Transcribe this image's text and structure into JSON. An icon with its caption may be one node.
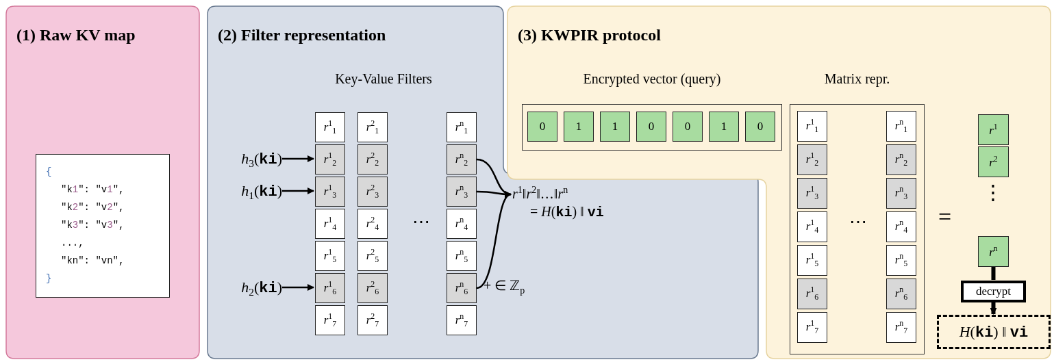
{
  "diagram": {
    "nodes": [
      {
        "text": [
          "(1) Raw KV map"
        ]
      },
      {
        "text": [
          "{",
          "\"k1\": \"v1\",",
          "\"k2\": \"v2\",",
          "\"k3\": \"v3\",",
          "...,",
          "\"kn\": \"vn\",",
          "}"
        ],
        "in": 0
      },
      {
        "text": [
          "(2) Filter representation"
        ]
      },
      {
        "text": [
          "*h*$_{3}$(**ki**)"
        ],
        "in": 2
      },
      {
        "text": [
          "*h*$_{1}$(**ki**)"
        ],
        "in": 2
      },
      {
        "text": [
          "*h*$_{2}$(**ki**)"
        ],
        "in": 2
      },
      {
        "text": [
          "*r*$^{1}$$_{1}$"
        ],
        "in": 2
      },
      {
        "text": [
          "*r*$^{2}$$_{1}$"
        ],
        "in": 2
      },
      {
        "text": [
          "*r*$^{n}$$_{1}$"
        ],
        "in": 2
      },
      {
        "text": [
          "*r*$^{1}$$_{2}$"
        ],
        "in": 2
      },
      {
        "text": [
          "*r*$^{2}$$_{2}$"
        ],
        "in": 2
      },
      {
        "text": [
          "*r*$^{n}$$_{2}$"
        ],
        "in": 2
      },
      {
        "text": [
          "*r*$^{1}$$_{3}$"
        ],
        "in": 2
      },
      {
        "text": [
          "*r*$^{2}$$_{3}$"
        ],
        "in": 2
      },
      {
        "text": [
          "*r*$^{n}$$_{3}$"
        ],
        "in": 2
      },
      {
        "text": [
          "*r*$^{1}$$_{4}$"
        ],
        "in": 2
      },
      {
        "text": [
          "*r*$^{2}$$_{4}$"
        ],
        "in": 2
      },
      {
        "text": [
          "*r*$^{n}$$_{4}$"
        ],
        "in": 2
      },
      {
        "text": [
          "*r*$^{1}$$_{5}$"
        ],
        "in": 2
      },
      {
        "text": [
          "*r*$^{2}$$_{5}$"
        ],
        "in": 2
      },
      {
        "text": [
          "*r*$^{n}$$_{5}$"
        ],
        "in": 2
      },
      {
        "text": [
          "*r*$^{1}$$_{6}$"
        ],
        "in": 2
      },
      {
        "text": [
          "*r*$^{2}$$_{6}$"
        ],
        "in": 2
      },
      {
        "text": [
          "*r*$^{n}$$_{6}$"
        ],
        "in": 2
      },
      {
        "text": [
          "*r*$^{1}$$_{7}$"
        ],
        "in": 2
      },
      {
        "text": [
          "*r*$^{2}$$_{7}$"
        ],
        "in": 2
      },
      {
        "text": [
          "*r*$^{n}$$_{7}$"
        ],
        "in": 2
      },
      {
        "text": [
          "*r*$^{1}$‖*r*$^{2}$‖…‖*r*$^{n}$",
          "= *H*(**ki**) ‖ **vi**"
        ],
        "in": 2
      },
      {
        "text": [
          "(3) KWPIR protocol"
        ]
      },
      {
        "text": [
          "Encrypted vector (query)"
        ],
        "in": 28
      },
      {
        "text": [
          "0"
        ],
        "in": 29
      },
      {
        "text": [
          "1"
        ],
        "in": 29
      },
      {
        "text": [
          "1"
        ],
        "in": 29
      },
      {
        "text": [
          "0"
        ],
        "in": 29
      },
      {
        "text": [
          "0"
        ],
        "in": 29
      },
      {
        "text": [
          "1"
        ],
        "in": 29
      },
      {
        "text": [
          "0"
        ],
        "in": 29
      },
      {
        "text": [
          "Matrix repr."
        ],
        "in": 28
      },
      {
        "text": [
          "*r*$^{1}$$_{1}$"
        ],
        "in": 37
      },
      {
        "text": [
          "*r*$^{n}$$_{1}$"
        ],
        "in": 37
      },
      {
        "text": [
          "*r*$^{1}$$_{2}$"
        ],
        "in": 37
      },
      {
        "text": [
          "*r*$^{n}$$_{2}$"
        ],
        "in": 37
      },
      {
        "text": [
          "*r*$^{1}$$_{3}$"
        ],
        "in": 37
      },
      {
        "text": [
          "*r*$^{n}$$_{3}$"
        ],
        "in": 37
      },
      {
        "text": [
          "*r*$^{1}$$_{4}$"
        ],
        "in": 37
      },
      {
        "text": [
          "*r*$^{n}$$_{4}$"
        ],
        "in": 37
      },
      {
        "text": [
          "*r*$^{1}$$_{5}$"
        ],
        "in": 37
      },
      {
        "text": [
          "*r*$^{n}$$_{5}$"
        ],
        "in": 37
      },
      {
        "text": [
          "*r*$^{1}$$_{6}$"
        ],
        "in": 37
      },
      {
        "text": [
          "*r*$^{n}$$_{6}$"
        ],
        "in": 37
      },
      {
        "text": [
          "*r*$^{1}$$_{7}$"
        ],
        "in": 37
      },
      {
        "text": [
          "*r*$^{n}$$_{7}$"
        ],
        "in": 37
      },
      {
        "text": [
          "*r*$^{1}$"
        ],
        "in": 28
      },
      {
        "text": [
          "*r*$^{2}$"
        ],
        "in": 28
      },
      {
        "text": [
          "*r*$^{n}$"
        ],
        "in": 28
      },
      {
        "text": [
          "decrypt"
        ],
        "in": 28
      },
      {
        "text": [
          "*H*(**ki**) ‖ **vi**"
        ],
        "in": 28
      }
    ],
    "edges": [
      {
        "from": 3,
        "to": 9,
        "arrow": "to"
      },
      {
        "from": 4,
        "to": 12,
        "arrow": "to"
      },
      {
        "from": 5,
        "to": 21,
        "arrow": "to"
      },
      {
        "from": 11,
        "to": 27,
        "arrow": "to"
      },
      {
        "from": 14,
        "to": 27,
        "arrow": "to"
      },
      {
        "from": 23,
        "to": 27,
        "arrow": "to",
        "label": "+ ∈ ℤ$_{p}$"
      },
      {
        "from": 54,
        "to": 55,
        "arrow": "none",
        "style": "thick"
      },
      {
        "from": 55,
        "to": 56,
        "arrow": "to",
        "style": "thick"
      }
    ],
    "labels": [
      "Key-Value Filters",
      "⋯",
      "⋯",
      "=",
      "⋮"
    ]
  }
}
